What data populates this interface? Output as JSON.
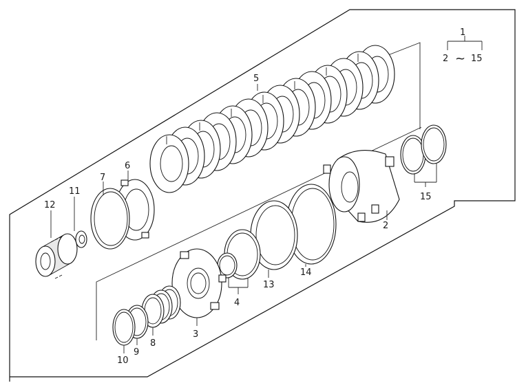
{
  "callouts": {
    "assembly_top": "1",
    "assembly_range_from": "2",
    "assembly_range_sep": "~",
    "assembly_range_to": "15",
    "p2": "2",
    "p3": "3",
    "p4": "4",
    "p5": "5",
    "p6": "6",
    "p7": "7",
    "p8": "8",
    "p9": "9",
    "p10": "10",
    "p11": "11",
    "p12": "12",
    "p13": "13",
    "p14": "14",
    "p15": "15"
  }
}
